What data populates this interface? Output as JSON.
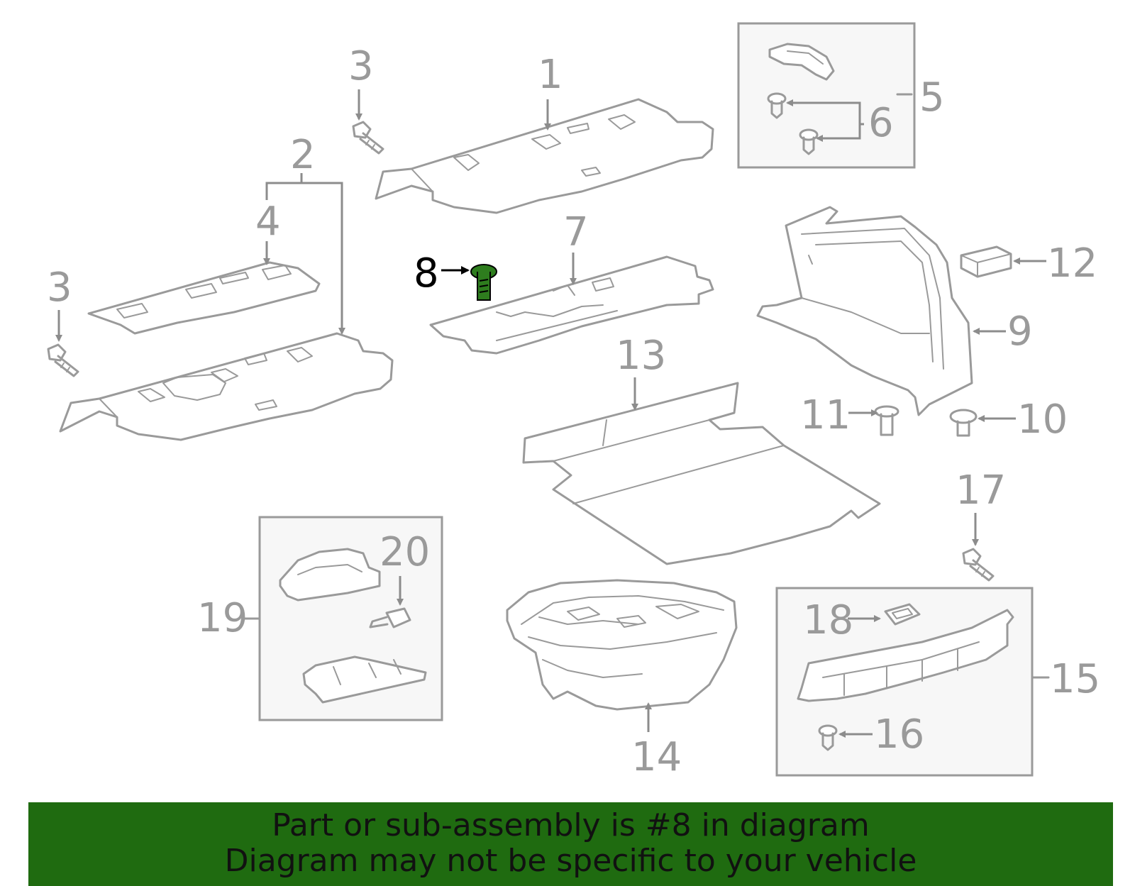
{
  "callouts": {
    "c1": "1",
    "c2": "2",
    "c3a": "3",
    "c3b": "3",
    "c4": "4",
    "c5": "5",
    "c6": "6",
    "c7": "7",
    "c8": "8",
    "c9": "9",
    "c10": "10",
    "c11": "11",
    "c12": "12",
    "c13": "13",
    "c14": "14",
    "c15": "15",
    "c16": "16",
    "c17": "17",
    "c18": "18",
    "c19": "19",
    "c20": "20"
  },
  "highlighted_part": "8",
  "colors": {
    "part_stroke": "#9a9a9a",
    "highlight_part": "#2e7d1e",
    "banner_background": "#1f6b10",
    "banner_text": "#111111"
  },
  "banner": {
    "line1": "Part or sub-assembly is #8 in diagram",
    "line2": "Diagram may not be specific to your vehicle"
  }
}
